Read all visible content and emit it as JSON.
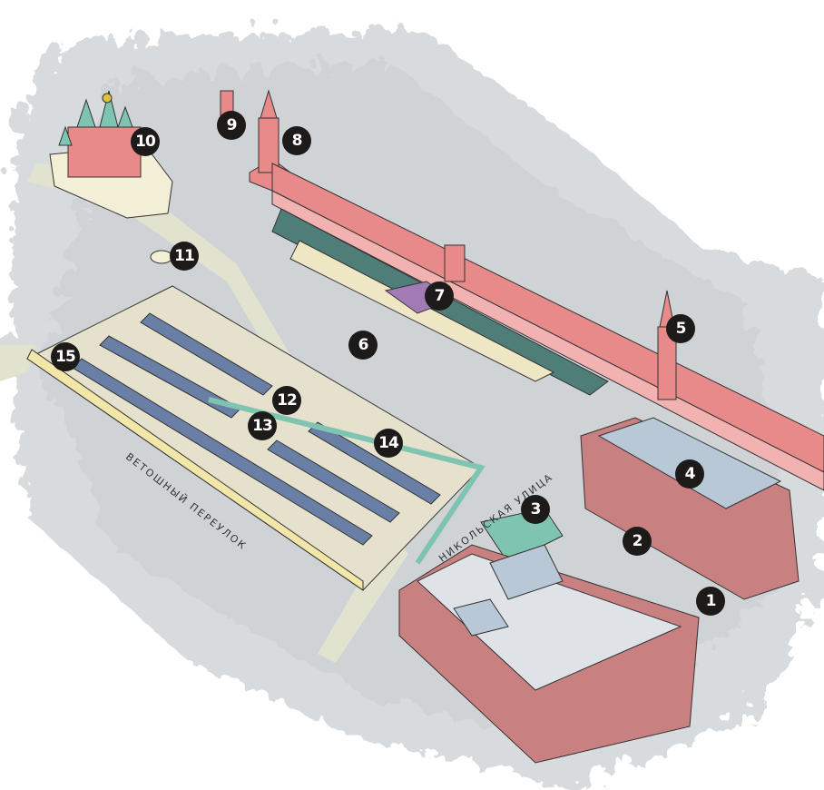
{
  "map": {
    "markers": [
      "1",
      "2",
      "3",
      "4",
      "5",
      "6",
      "7",
      "8",
      "9",
      "10",
      "11",
      "12",
      "13",
      "14",
      "15"
    ],
    "streets": {
      "vetoshny": "ВЕТОШНЫЙ ПЕРЕУЛОК",
      "nikolskaya": "НИКОЛЬСКАЯ УЛИЦА"
    },
    "colors": {
      "wall": "#e88a8a",
      "roof": "#b9c8d6",
      "mint": "#7fc4b0",
      "ground": "#d8dbde",
      "road": "#e2e3cf",
      "building": "#f0eee2",
      "marker": "#1d1a1a"
    }
  }
}
